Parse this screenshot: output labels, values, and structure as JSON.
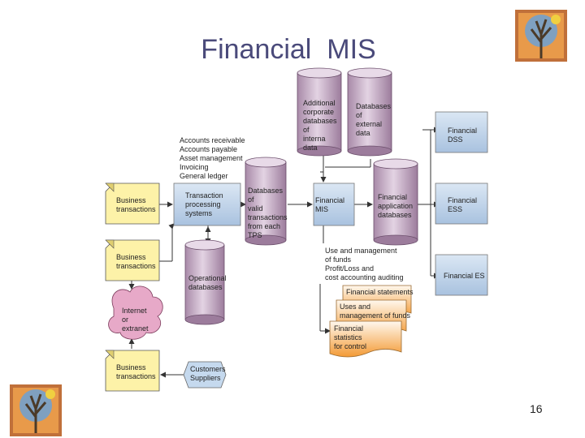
{
  "title": "Financial  MIS",
  "page_number": "16",
  "nodes": {
    "business_transactions_1": "Business\ntransactions",
    "business_transactions_2": "Business\ntransactions",
    "business_transactions_3": "Business\ntransactions",
    "internet": "Internet\nor\nextranet",
    "tps": "Transaction\nprocessing\nsystems",
    "tps_outputs": "Accounts receivable\nAccounts payable\nAsset management\nInvoicing\nGeneral ledger",
    "operational_db": "Operational\ndatabases",
    "customers": "Customers\nSuppliers",
    "valid_tx_db": "Databases\nof\nvalid\ntransactions\nfrom each\nTPS",
    "additional_db": "Additional\ncorporate\ndatabases\nof\ninterna\ndata",
    "external_db": "Databases\nof\nexternal\ndata",
    "financial_mis": "Financial\nMIS",
    "fin_app_db": "Financial\napplication\ndatabases",
    "financial_dss": "Financial\nDSS",
    "financial_ess": "Financial\nESS",
    "financial_es": "Financial ES",
    "mis_functions": "Use and management\nof funds\nProfit/Loss and\ncost accounting auditing",
    "report_statements": "Financial statements",
    "report_funds": "Uses and\nmanagement of funds",
    "report_statistics": "Financial\nstatistics\nfor control"
  },
  "colors": {
    "title": "#4a4a7a",
    "note_fill": "#fdf2a8",
    "process_fill": "#c5d9ee",
    "database_fill": "#c9b4c9",
    "cloud_fill": "#e7a9c8",
    "report_fill": "#f6b15e"
  },
  "icons": {
    "logo": "tree-logo-icon"
  }
}
